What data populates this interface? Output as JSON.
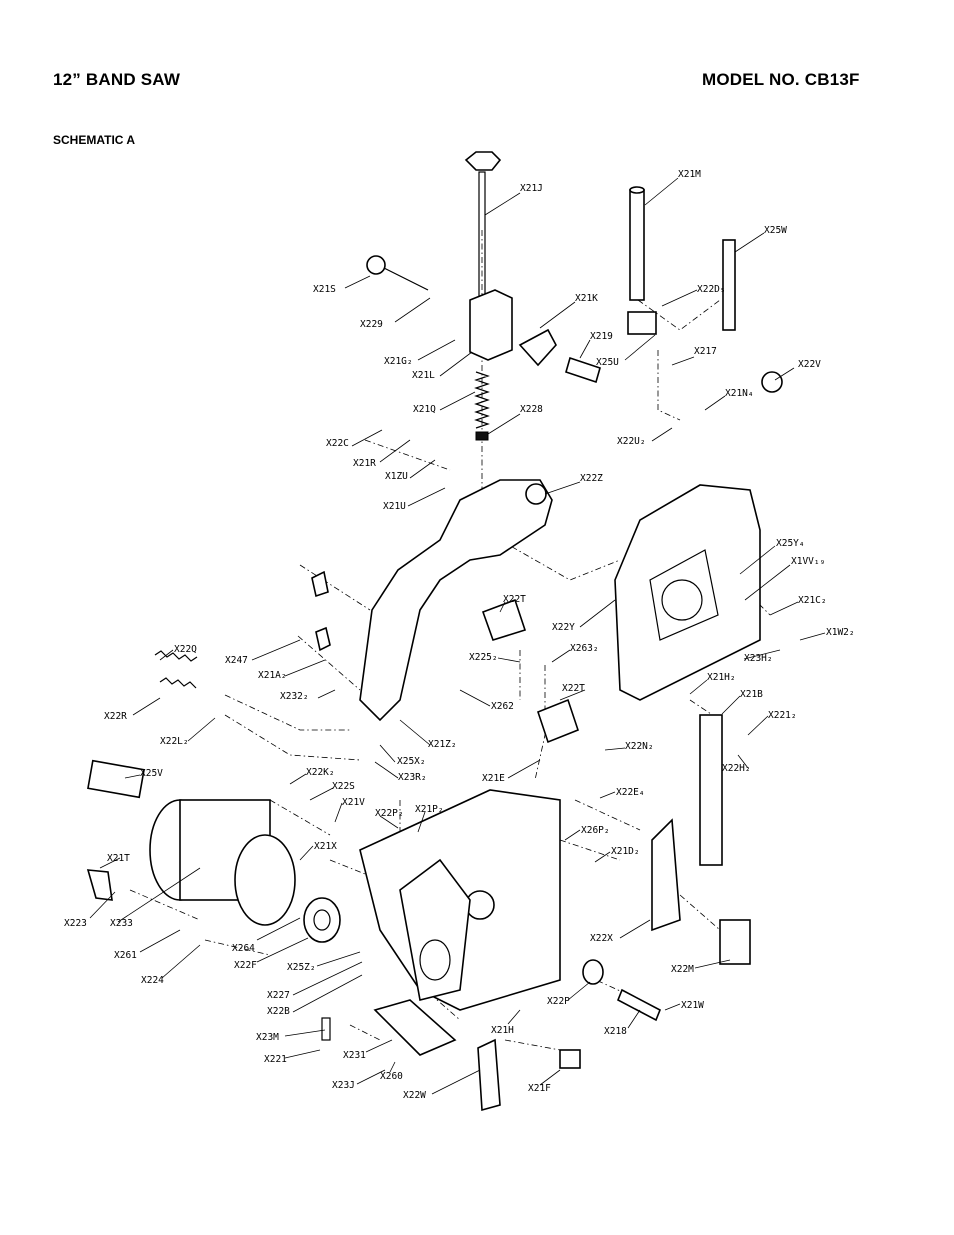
{
  "header": {
    "title_left": "12” BAND SAW",
    "title_right": "MODEL NO. CB13F",
    "subtitle": "SCHEMATIC A"
  },
  "callouts": [
    {
      "id": "X21J",
      "text": "X21J"
    },
    {
      "id": "X21M",
      "text": "X21M"
    },
    {
      "id": "X25W",
      "text": "X25W"
    },
    {
      "id": "X21S",
      "text": "X21S"
    },
    {
      "id": "X229",
      "text": "X229"
    },
    {
      "id": "X21K",
      "text": "X21K"
    },
    {
      "id": "X22D5",
      "text": "X22D₅"
    },
    {
      "id": "X219",
      "text": "X219"
    },
    {
      "id": "X21G2",
      "text": "X21G₂"
    },
    {
      "id": "X21L",
      "text": "X21L"
    },
    {
      "id": "X25U",
      "text": "X25U"
    },
    {
      "id": "X217",
      "text": "X217"
    },
    {
      "id": "X22V",
      "text": "X22V"
    },
    {
      "id": "X21N4",
      "text": "X21N₄"
    },
    {
      "id": "X21Q",
      "text": "X21Q"
    },
    {
      "id": "X228",
      "text": "X228"
    },
    {
      "id": "X22C",
      "text": "X22C"
    },
    {
      "id": "X21R",
      "text": "X21R"
    },
    {
      "id": "X22U2",
      "text": "X22U₂"
    },
    {
      "id": "X1ZU",
      "text": "X1ZU"
    },
    {
      "id": "X22Z",
      "text": "X22Z"
    },
    {
      "id": "X21U",
      "text": "X21U"
    },
    {
      "id": "X25Y4",
      "text": "X25Y₄"
    },
    {
      "id": "X1VV19",
      "text": "X1VV₁₉"
    },
    {
      "id": "X22T_top",
      "text": "X22T"
    },
    {
      "id": "X21C2",
      "text": "X21C₂"
    },
    {
      "id": "X22Y",
      "text": "X22Y"
    },
    {
      "id": "X1W22",
      "text": "X1W2₂"
    },
    {
      "id": "X22Q",
      "text": "X22Q"
    },
    {
      "id": "X247",
      "text": "X247"
    },
    {
      "id": "X225_2",
      "text": "X225₂"
    },
    {
      "id": "X263_2",
      "text": "X263₂"
    },
    {
      "id": "X23H2",
      "text": "X23H₂"
    },
    {
      "id": "X21A2",
      "text": "X21A₂"
    },
    {
      "id": "X22T",
      "text": "X22T"
    },
    {
      "id": "X21H2",
      "text": "X21H₂"
    },
    {
      "id": "X22R",
      "text": "X22R"
    },
    {
      "id": "X232_2",
      "text": "X232₂"
    },
    {
      "id": "X262",
      "text": "X262"
    },
    {
      "id": "X21B",
      "text": "X21B"
    },
    {
      "id": "X221_2",
      "text": "X221₂"
    },
    {
      "id": "X22L2",
      "text": "X22L₂"
    },
    {
      "id": "X21Z2",
      "text": "X21Z₂"
    },
    {
      "id": "X22N2",
      "text": "X22N₂"
    },
    {
      "id": "X25X2",
      "text": "X25X₂"
    },
    {
      "id": "X23R2",
      "text": "X23R₂"
    },
    {
      "id": "X22H2",
      "text": "X22H₂"
    },
    {
      "id": "X25V",
      "text": "X25V"
    },
    {
      "id": "X22K2",
      "text": "X22K₂"
    },
    {
      "id": "X21E",
      "text": "X21E"
    },
    {
      "id": "X22S",
      "text": "X22S"
    },
    {
      "id": "X22E4",
      "text": "X22E₄"
    },
    {
      "id": "X21V",
      "text": "X21V"
    },
    {
      "id": "X22P2",
      "text": "X22P₂"
    },
    {
      "id": "X21P2",
      "text": "X21P₂"
    },
    {
      "id": "X26P2",
      "text": "X26P₂"
    },
    {
      "id": "X21X",
      "text": "X21X"
    },
    {
      "id": "X21D2",
      "text": "X21D₂"
    },
    {
      "id": "X21T",
      "text": "X21T"
    },
    {
      "id": "X223",
      "text": "X223"
    },
    {
      "id": "X233",
      "text": "X233"
    },
    {
      "id": "X22X",
      "text": "X22X"
    },
    {
      "id": "X264",
      "text": "X264"
    },
    {
      "id": "X261",
      "text": "X261"
    },
    {
      "id": "X22F",
      "text": "X22F"
    },
    {
      "id": "X25Z2",
      "text": "X25Z₂"
    },
    {
      "id": "X22M",
      "text": "X22M"
    },
    {
      "id": "X224",
      "text": "X224"
    },
    {
      "id": "X21W",
      "text": "X21W"
    },
    {
      "id": "X227",
      "text": "X227"
    },
    {
      "id": "X22P",
      "text": "X22P"
    },
    {
      "id": "X22B",
      "text": "X22B"
    },
    {
      "id": "X218",
      "text": "X218"
    },
    {
      "id": "X21H",
      "text": "X21H"
    },
    {
      "id": "X23M",
      "text": "X23M"
    },
    {
      "id": "X231",
      "text": "X231"
    },
    {
      "id": "X221",
      "text": "X221"
    },
    {
      "id": "X260",
      "text": "X260"
    },
    {
      "id": "X21F",
      "text": "X21F"
    },
    {
      "id": "X23J",
      "text": "X23J"
    },
    {
      "id": "X22W",
      "text": "X22W"
    }
  ]
}
